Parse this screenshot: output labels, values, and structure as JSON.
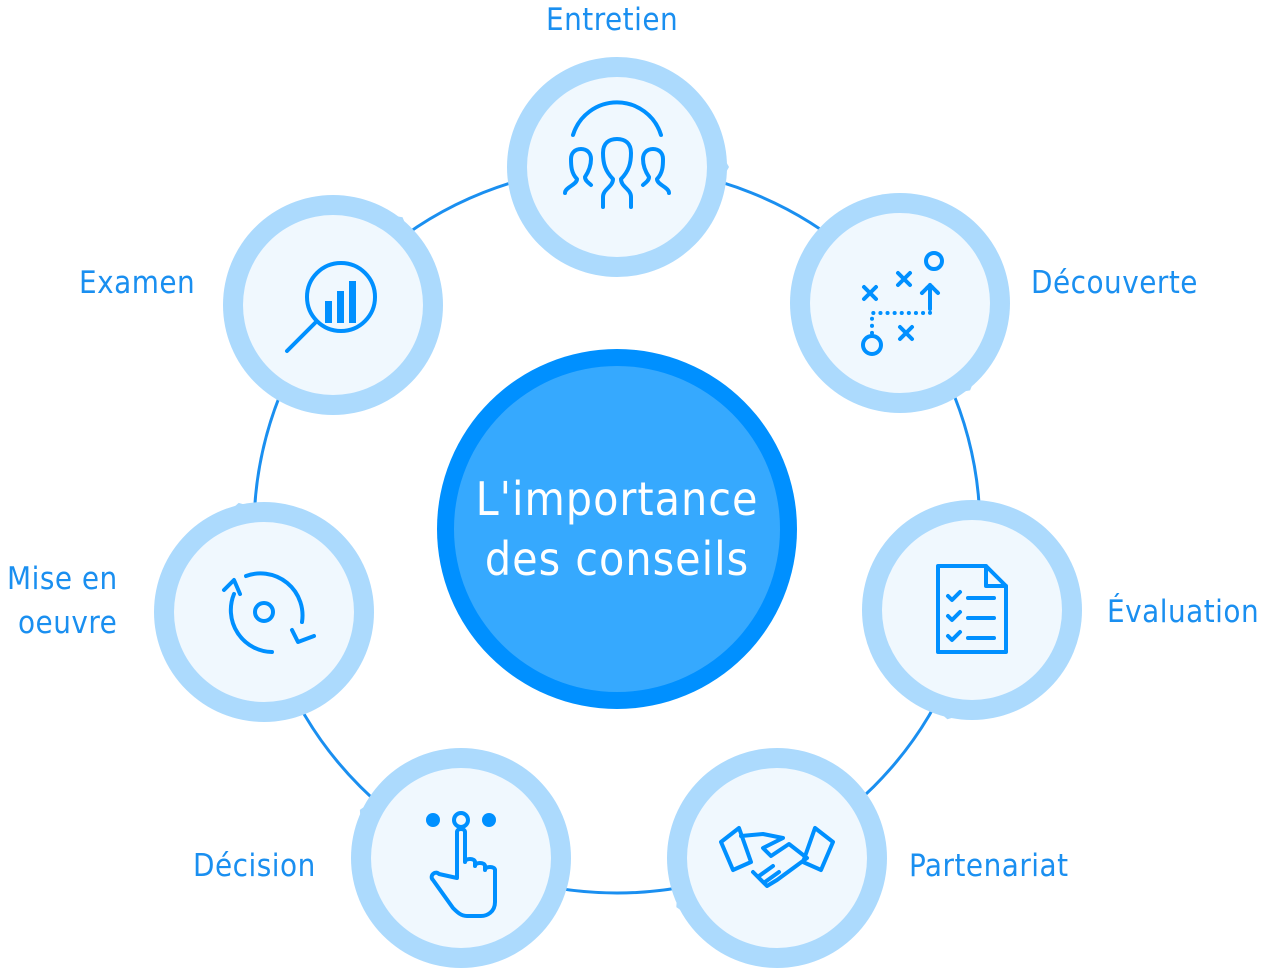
{
  "center": {
    "line1": "L'importance",
    "line2": "des conseils"
  },
  "steps": [
    {
      "label": "Entretien",
      "icon": "group-icon"
    },
    {
      "label": "Découverte",
      "icon": "strategy-icon"
    },
    {
      "label": "Évaluation",
      "icon": "checklist-icon"
    },
    {
      "label": "Partenariat",
      "icon": "handshake-icon"
    },
    {
      "label": "Décision",
      "icon": "tap-icon"
    },
    {
      "label": "Mise en",
      "label2": "oeuvre",
      "icon": "cycle-icon"
    },
    {
      "label": "Examen",
      "icon": "analytics-icon"
    }
  ],
  "colors": {
    "accent": "#0090ff",
    "ring": "#acdafd",
    "node_fill": "#f0f8fe",
    "center_fill": "#36a9fe"
  }
}
